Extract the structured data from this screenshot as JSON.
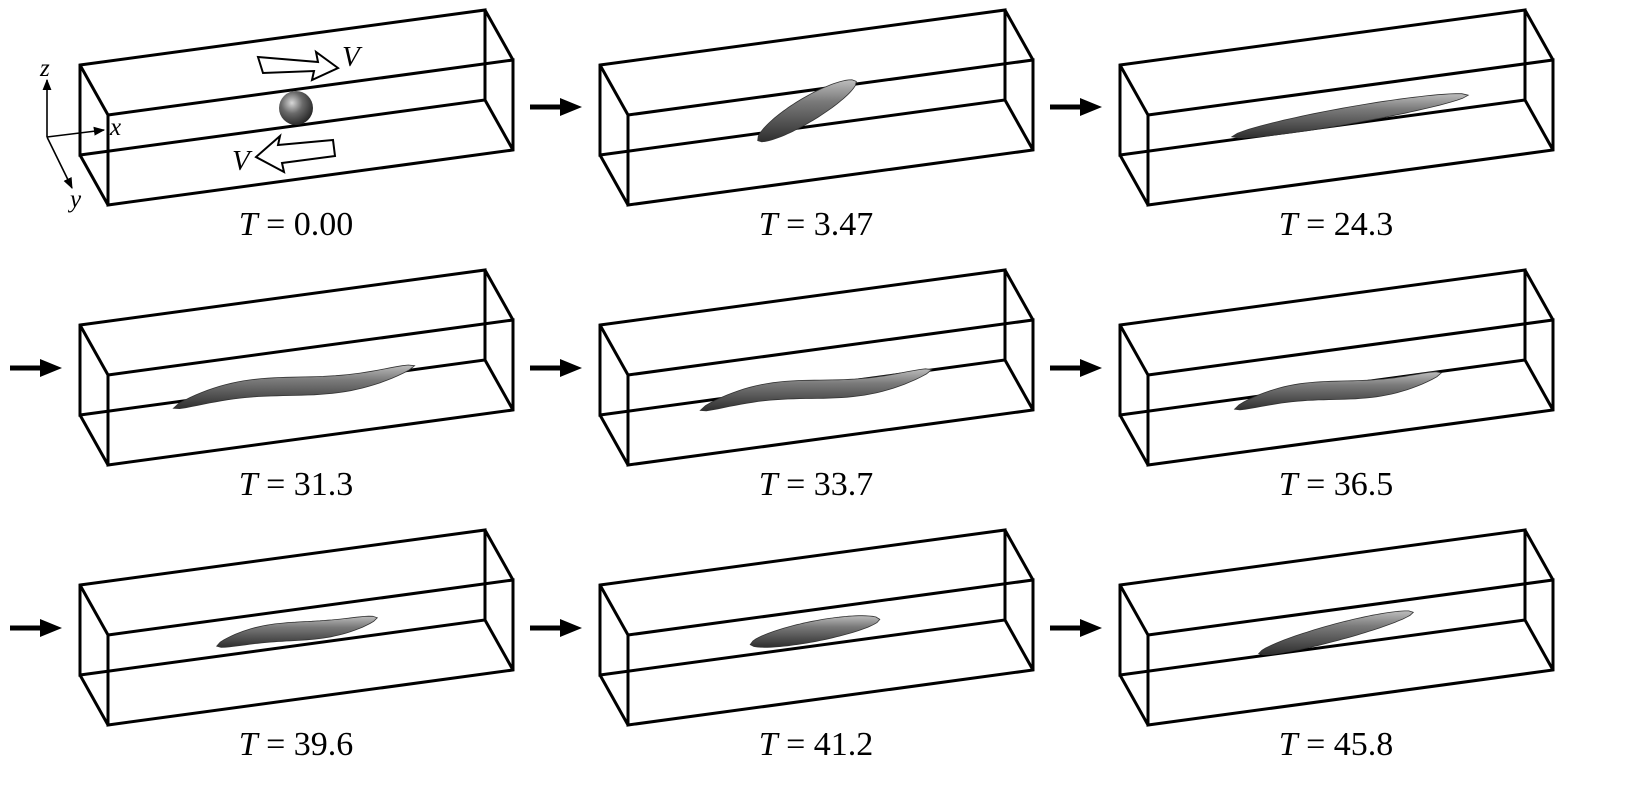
{
  "axes": {
    "x": "x",
    "y": "y",
    "z": "z"
  },
  "velocity_label": "V",
  "time_symbol": "T",
  "panels": [
    {
      "t": "0.00",
      "shape": "sphere"
    },
    {
      "t": "3.47",
      "shape": "drop"
    },
    {
      "t": "24.3",
      "shape": "drop"
    },
    {
      "t": "31.3",
      "shape": "drop"
    },
    {
      "t": "33.7",
      "shape": "drop"
    },
    {
      "t": "36.5",
      "shape": "drop"
    },
    {
      "t": "39.6",
      "shape": "drop"
    },
    {
      "t": "41.2",
      "shape": "drop"
    },
    {
      "t": "45.8",
      "shape": "drop"
    }
  ],
  "colors": {
    "line": "#000000",
    "drop_dark": "#3a3a3a",
    "drop_light": "#b8b8b8"
  }
}
